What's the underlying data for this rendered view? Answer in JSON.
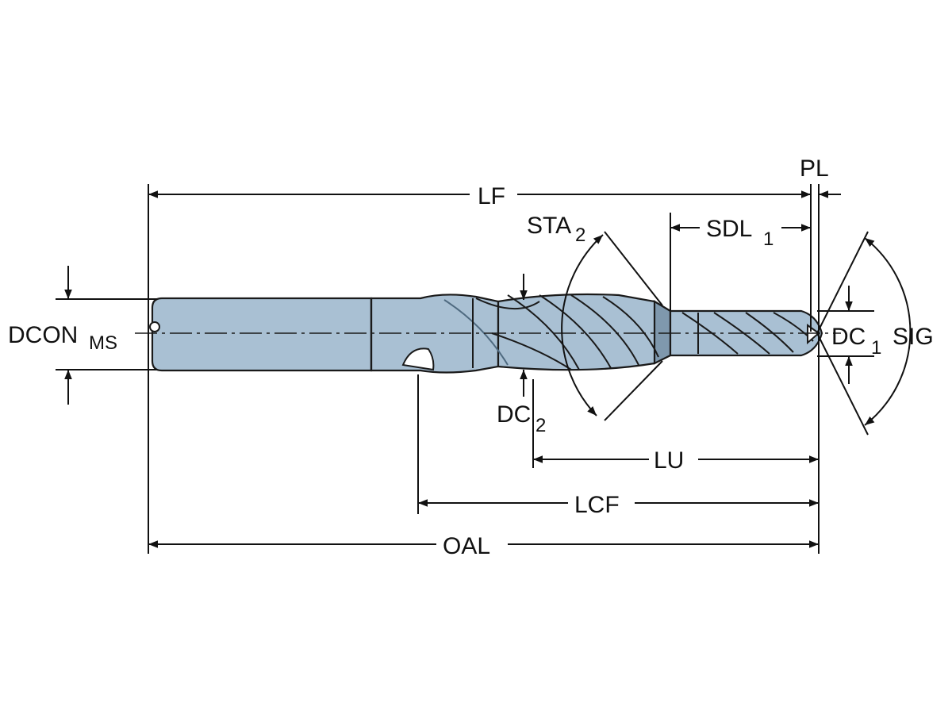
{
  "diagram": {
    "labels": {
      "lf": "LF",
      "pl": "PL",
      "sta_main": "STA",
      "sta_sub": "2",
      "sdl_main": "SDL",
      "sdl_sub": "1",
      "dcon_main": "DCON",
      "dcon_sub": "MS",
      "dc1_main": "DC",
      "dc1_sub": "1",
      "sig": "SIG",
      "dc2_main": "DC",
      "dc2_sub": "2",
      "lu": "LU",
      "lcf": "LCF",
      "oal": "OAL"
    },
    "colors": {
      "tool_body": "#a9c0d3",
      "tool_shade": "#7f98ad",
      "flute_dark": "#4f6a80",
      "line": "#111111"
    }
  }
}
